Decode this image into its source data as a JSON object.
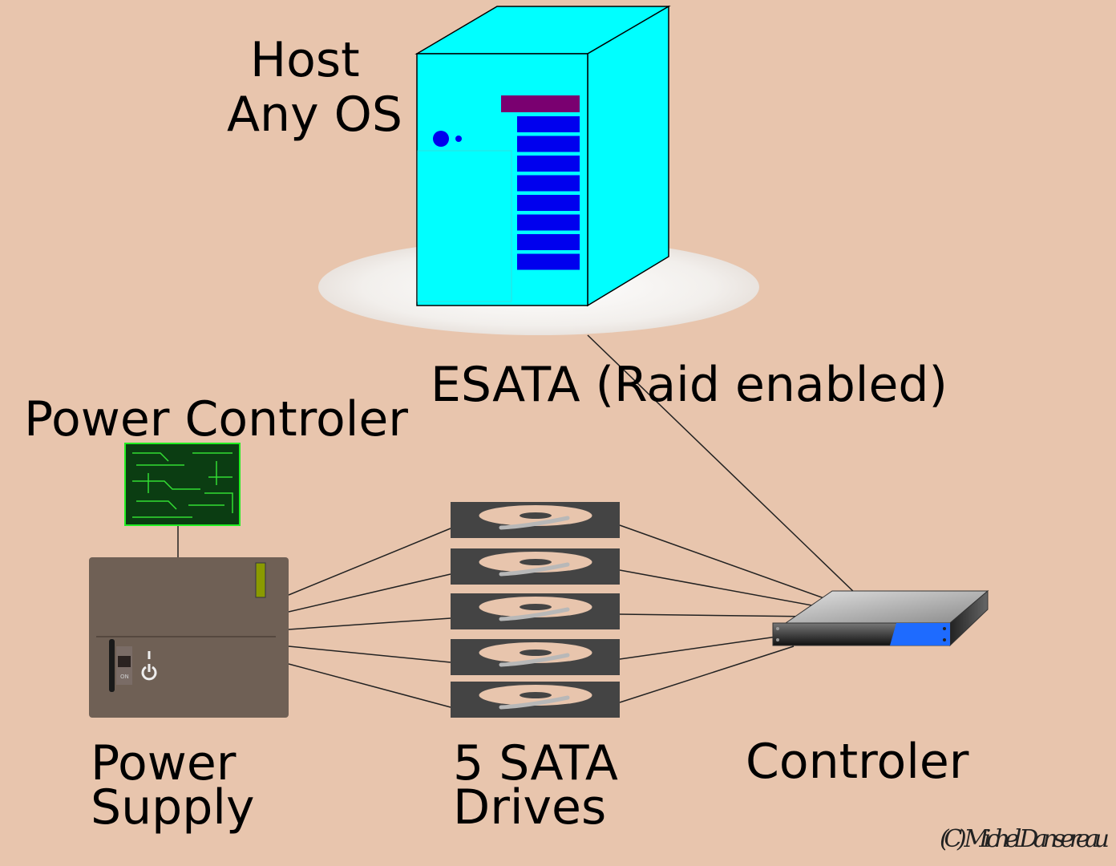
{
  "labels": {
    "host_line1": "Host",
    "host_line2": "Any OS",
    "esata": "ESATA (Raid enabled)",
    "power_controller": "Power Controler",
    "power_supply_line1": "Power",
    "power_supply_line2": "Supply",
    "drives_line1": "5 SATA",
    "drives_line2": "Drives",
    "controller": "Controler"
  },
  "power_supply": {
    "switch_label": "ON"
  },
  "signature": "(C) Michel Dansereau",
  "colors": {
    "background": "#e8c5ad",
    "tower": "#00ffff",
    "tower_bays": "#0000ee",
    "tower_bay_top": "#7a0070",
    "pcb": "#0b3d12",
    "power_supply": "#6f6055",
    "drive": "#444444",
    "controller_accent": "#1e6bff"
  }
}
